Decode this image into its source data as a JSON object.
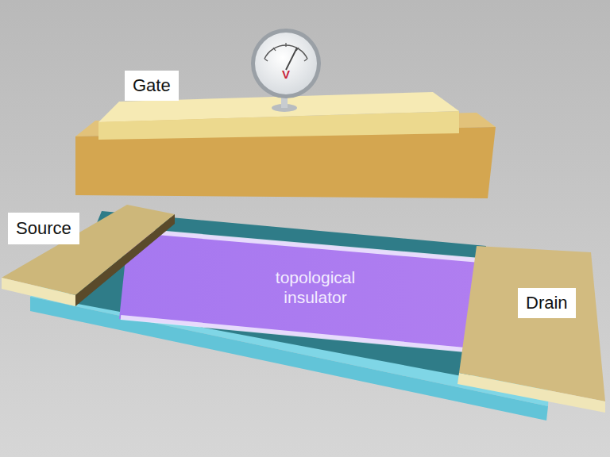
{
  "diagram": {
    "nodes": [
      {
        "text": [
          "Gate"
        ]
      },
      {
        "text": [
          "Source"
        ]
      },
      {
        "text": [
          "topological insulator"
        ]
      },
      {
        "text": [
          "Drain"
        ]
      }
    ],
    "labels": [
      "V"
    ]
  }
}
